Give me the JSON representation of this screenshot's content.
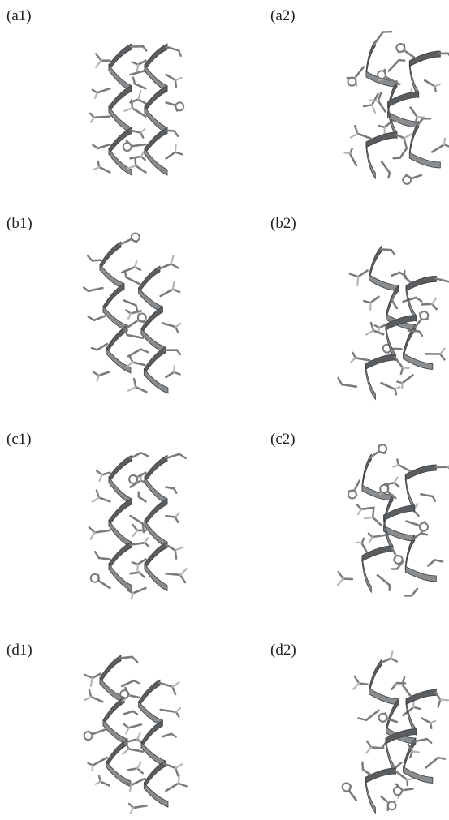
{
  "figure": {
    "panels": [
      {
        "label": "(a1)",
        "kind": "parallel"
      },
      {
        "label": "(a2)",
        "kind": "crossed"
      },
      {
        "label": "(b1)",
        "kind": "parallel-tilted"
      },
      {
        "label": "(b2)",
        "kind": "crossed-tilted"
      },
      {
        "label": "(c1)",
        "kind": "parallel"
      },
      {
        "label": "(c2)",
        "kind": "crossed"
      },
      {
        "label": "(d1)",
        "kind": "parallel-tilted"
      },
      {
        "label": "(d2)",
        "kind": "crossed-tilted"
      }
    ],
    "colors": {
      "ribbon": "#5a5d60",
      "ribbon_light": "#8a8d90",
      "stick": "#7b7b7b",
      "stick_light": "#b5b5b5"
    }
  }
}
